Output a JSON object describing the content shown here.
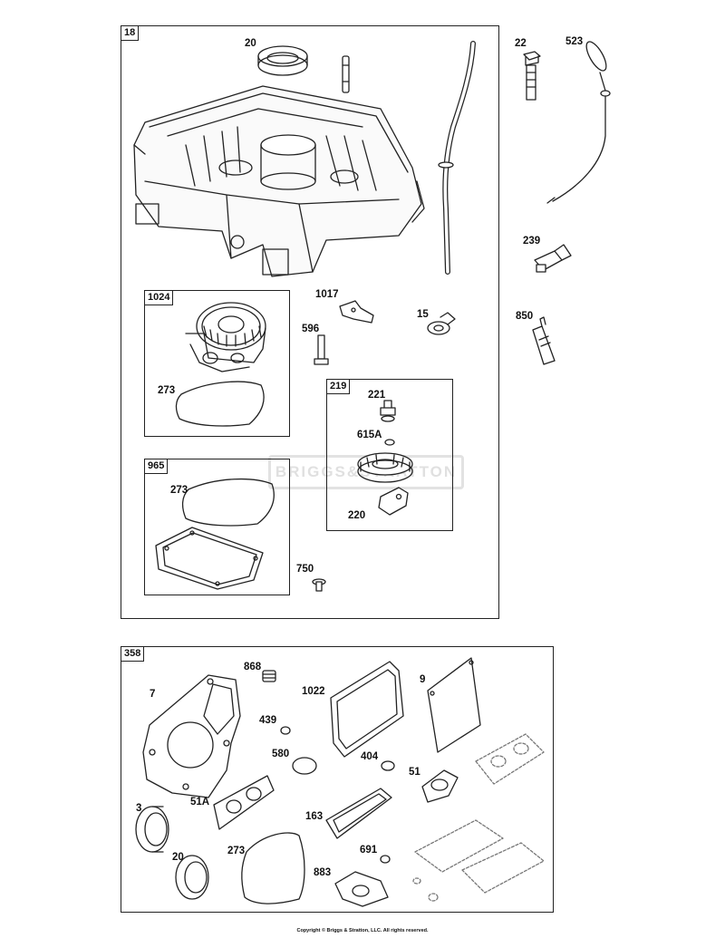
{
  "diagram": {
    "groups": {
      "g18": "18",
      "g1024": "1024",
      "g965": "965",
      "g219": "219",
      "g358": "358"
    },
    "labels": {
      "p20a": "20",
      "p22": "22",
      "p523": "523",
      "p239": "239",
      "p1017": "1017",
      "p15": "15",
      "p596": "596",
      "p850": "850",
      "p273a": "273",
      "p221": "221",
      "p615a": "615A",
      "p220": "220",
      "p273b": "273",
      "p750": "750",
      "p868": "868",
      "p1022": "1022",
      "p9": "9",
      "p7": "7",
      "p439": "439",
      "p580": "580",
      "p404": "404",
      "p51": "51",
      "p3": "3",
      "p51a": "51A",
      "p163": "163",
      "p20b": "20",
      "p273c": "273",
      "p691": "691",
      "p883": "883"
    },
    "watermark": "BRIGGS&STRATTON",
    "copyright": "Copyright © Briggs & Stratton, LLC. All rights reserved."
  }
}
